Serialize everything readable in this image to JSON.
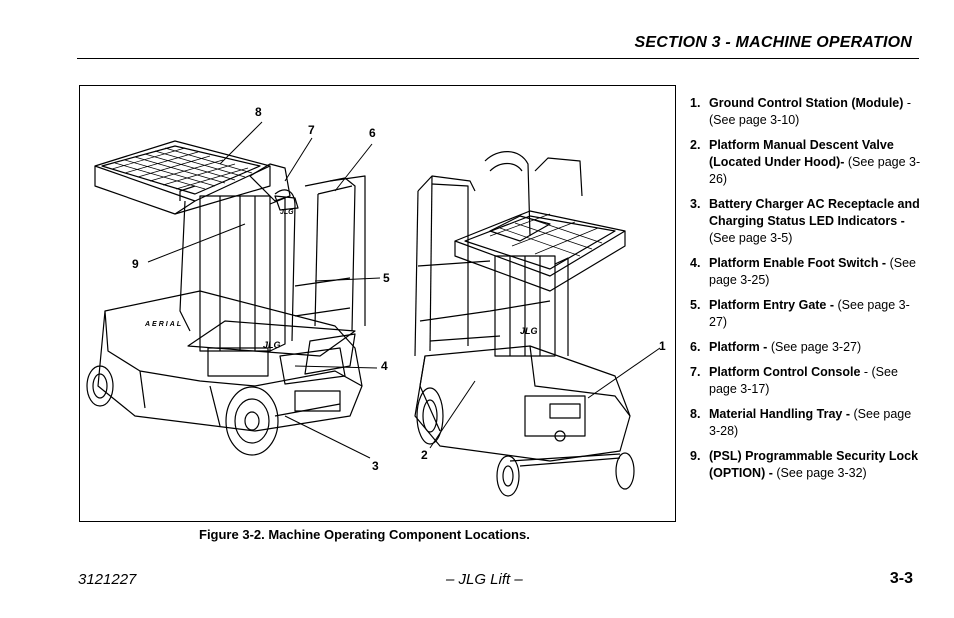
{
  "header": {
    "section_title": "SECTION 3 - MACHINE OPERATION"
  },
  "figure": {
    "callouts": [
      "1",
      "2",
      "3",
      "4",
      "5",
      "6",
      "7",
      "8",
      "9"
    ],
    "caption": "Figure 3-2. Machine Operating Component Locations.",
    "brand_marks": [
      "JLG",
      "AERIAL"
    ]
  },
  "legend": {
    "items": [
      {
        "num": "1.",
        "name": "Ground Control Station (Module)",
        "ref": " - (See page 3-10)"
      },
      {
        "num": "2.",
        "name": "Platform Manual Descent Valve (Located Under Hood)-",
        "ref": " (See page 3-26)"
      },
      {
        "num": "3.",
        "name": "Battery Charger AC Receptacle and Charging Status LED Indicators -",
        "ref": " (See page 3-5)"
      },
      {
        "num": "4.",
        "name": "Platform Enable Foot Switch -",
        "ref": " (See page 3-25)"
      },
      {
        "num": "5.",
        "name": "Platform Entry Gate -",
        "ref": " (See page 3-27)"
      },
      {
        "num": "6.",
        "name": "Platform -",
        "ref": " (See page 3-27)"
      },
      {
        "num": "7.",
        "name": "Platform Control Console",
        "ref": " - (See page 3-17)"
      },
      {
        "num": "8.",
        "name": "Material Handling Tray -",
        "ref": " (See page 3-28)"
      },
      {
        "num": "9.",
        "name": "(PSL) Programmable Security Lock (OPTION) -",
        "ref": " (See page 3-32)"
      }
    ]
  },
  "footer": {
    "doc_number": "3121227",
    "center": "– JLG Lift –",
    "page": "3-3"
  }
}
